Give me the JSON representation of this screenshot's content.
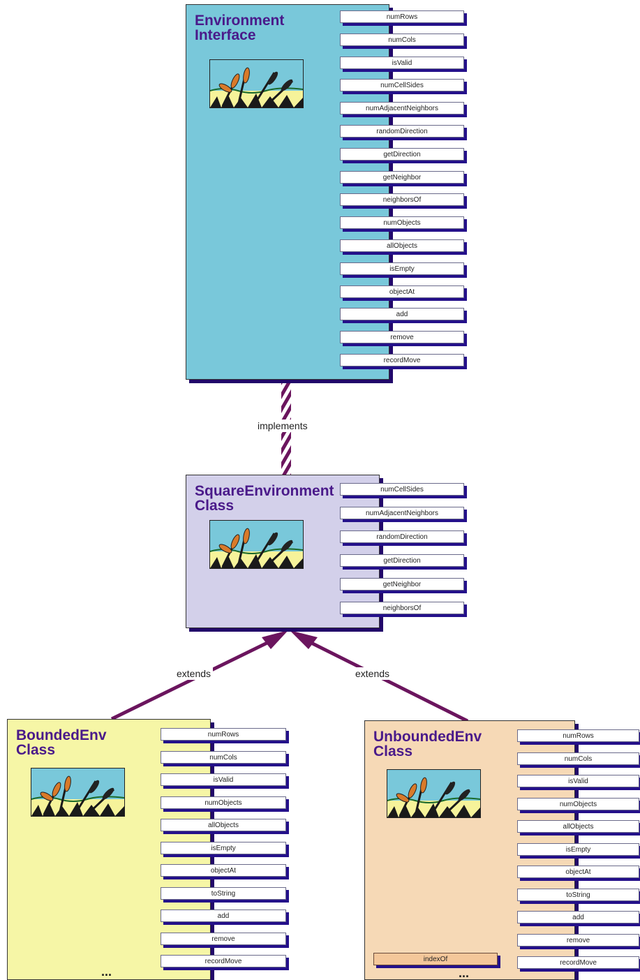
{
  "colors": {
    "interface_fill": "#79c8da",
    "square_fill": "#d3d0ea",
    "bounded_fill": "#f6f6a6",
    "unbounded_fill": "#f6d9b6",
    "title_color": "#4a1a8a",
    "arrow_color": "#6b155e",
    "shadow_color": "#22086a"
  },
  "interface_box": {
    "title_line1": "Environment",
    "title_line2": "Interface",
    "icon": "cattail-picture-icon",
    "methods": [
      "numRows",
      "numCols",
      "isValid",
      "numCellSides",
      "numAdjacentNeighbors",
      "randomDirection",
      "getDirection",
      "getNeighbor",
      "neighborsOf",
      "numObjects",
      "allObjects",
      "isEmpty",
      "objectAt",
      "add",
      "remove",
      "recordMove"
    ]
  },
  "square_box": {
    "title_line1": "SquareEnvironment",
    "title_line2": "Class",
    "icon": "cattail-picture-icon",
    "methods": [
      "numCellSides",
      "numAdjacentNeighbors",
      "randomDirection",
      "getDirection",
      "getNeighbor",
      "neighborsOf"
    ]
  },
  "bounded_box": {
    "title_line1": "BoundedEnv",
    "title_line2": "Class",
    "icon": "cattail-picture-icon",
    "methods": [
      "numRows",
      "numCols",
      "isValid",
      "numObjects",
      "allObjects",
      "isEmpty",
      "objectAt",
      "toString",
      "add",
      "remove",
      "recordMove"
    ],
    "more": "..."
  },
  "unbounded_box": {
    "title_line1": "UnboundedEnv",
    "title_line2": "Class",
    "icon": "cattail-picture-icon",
    "methods": [
      "numRows",
      "numCols",
      "isValid",
      "numObjects",
      "allObjects",
      "isEmpty",
      "objectAt",
      "toString",
      "add",
      "remove",
      "recordMove"
    ],
    "private_method": "indexOf",
    "more": "..."
  },
  "relations": {
    "implements_label": "implements",
    "extends_left_label": "extends",
    "extends_right_label": "extends"
  }
}
